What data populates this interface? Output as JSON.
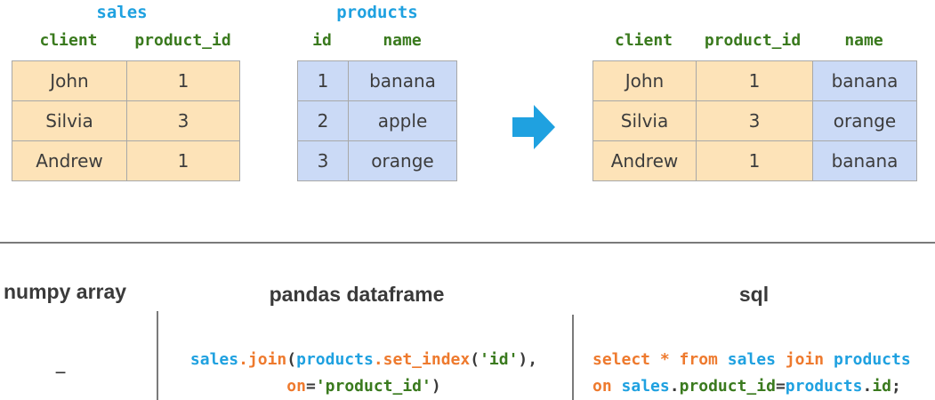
{
  "sales": {
    "title": "sales",
    "columns": [
      "client",
      "product_id"
    ],
    "rows": [
      [
        "John",
        "1"
      ],
      [
        "Silvia",
        "3"
      ],
      [
        "Andrew",
        "1"
      ]
    ]
  },
  "products": {
    "title": "products",
    "columns": [
      "id",
      "name"
    ],
    "rows": [
      [
        "1",
        "banana"
      ],
      [
        "2",
        "apple"
      ],
      [
        "3",
        "orange"
      ]
    ]
  },
  "result": {
    "columns": [
      "client",
      "product_id",
      "name"
    ],
    "rows": [
      [
        "John",
        "1",
        "banana"
      ],
      [
        "Silvia",
        "3",
        "orange"
      ],
      [
        "Andrew",
        "1",
        "banana"
      ]
    ]
  },
  "arrow_icon": "right-arrow-icon",
  "colors": {
    "orange_cell": "#fde3b8",
    "blue_cell": "#cbdaf6",
    "title_blue": "#1fa1e0",
    "header_green": "#3a7a1e",
    "code_orange": "#ee7a2e"
  },
  "sections": {
    "numpy": {
      "title": "numpy array",
      "code": "_"
    },
    "pandas": {
      "title": "pandas dataframe",
      "line1": {
        "a": "sales",
        "dot1": ".",
        "b": "join",
        "c": "(",
        "d": "products",
        "dot2": ".",
        "e": "set_index",
        "f": "(",
        "g": "'id'",
        "h": "),"
      },
      "line2": {
        "a": "on",
        "b": "=",
        "c": "'product_id'",
        "d": ")"
      }
    },
    "sql": {
      "title": "sql",
      "line1": {
        "a": "select * from",
        "sp1": " ",
        "b": "sales",
        "sp2": " ",
        "c": "join",
        "sp3": " ",
        "d": "products"
      },
      "line2": {
        "a": "on",
        "sp1": " ",
        "b": "sales",
        "dot1": ".",
        "c": "product_id",
        "eq": "=",
        "d": "products",
        "dot2": ".",
        "e": "id",
        "semi": ";"
      }
    }
  }
}
